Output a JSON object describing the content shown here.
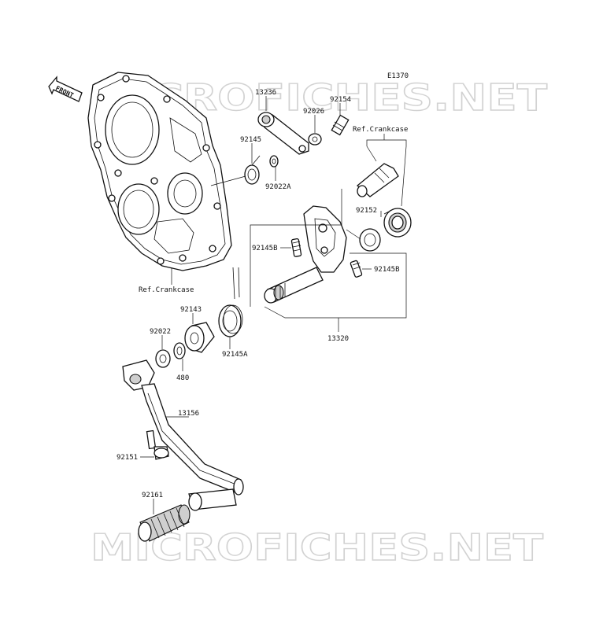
{
  "diagram": {
    "diagram_code": "E1370",
    "front_label": "FRONT",
    "watermarks": [
      "MICROFICHES.NET",
      "MICROFICHES.NET"
    ],
    "labels": {
      "p13236": "13236",
      "p92026": "92026",
      "p92154": "92154",
      "ref_crankcase_top": "Ref.Crankcase",
      "p92145": "92145",
      "p92022A": "92022A",
      "p92152": "92152",
      "p92145B_left": "92145B",
      "p92145B_right": "92145B",
      "ref_crankcase_left": "Ref.Crankcase",
      "p92143": "92143",
      "p92022": "92022",
      "p480": "480",
      "p92145A": "92145A",
      "p13320": "13320",
      "p13156": "13156",
      "p92151": "92151",
      "p92161": "92161"
    }
  }
}
